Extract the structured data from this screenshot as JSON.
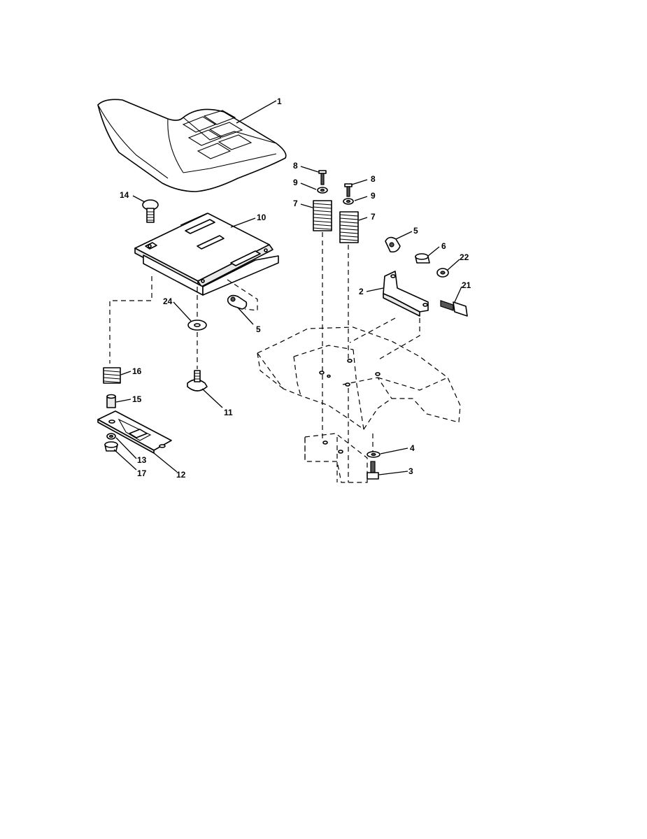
{
  "diagram": {
    "callouts": [
      {
        "id": "c1",
        "label": "1"
      },
      {
        "id": "c14",
        "label": "14"
      },
      {
        "id": "c10",
        "label": "10"
      },
      {
        "id": "c24",
        "label": "24"
      },
      {
        "id": "c5a",
        "label": "5"
      },
      {
        "id": "c16",
        "label": "16"
      },
      {
        "id": "c15",
        "label": "15"
      },
      {
        "id": "c11",
        "label": "11"
      },
      {
        "id": "c13",
        "label": "13"
      },
      {
        "id": "c17",
        "label": "17"
      },
      {
        "id": "c12",
        "label": "12"
      },
      {
        "id": "c8a",
        "label": "8"
      },
      {
        "id": "c9a",
        "label": "9"
      },
      {
        "id": "c7a",
        "label": "7"
      },
      {
        "id": "c8b",
        "label": "8"
      },
      {
        "id": "c9b",
        "label": "9"
      },
      {
        "id": "c7b",
        "label": "7"
      },
      {
        "id": "c5b",
        "label": "5"
      },
      {
        "id": "c6",
        "label": "6"
      },
      {
        "id": "c22",
        "label": "22"
      },
      {
        "id": "c2",
        "label": "2"
      },
      {
        "id": "c21",
        "label": "21"
      },
      {
        "id": "c4",
        "label": "4"
      },
      {
        "id": "c3",
        "label": "3"
      }
    ]
  }
}
